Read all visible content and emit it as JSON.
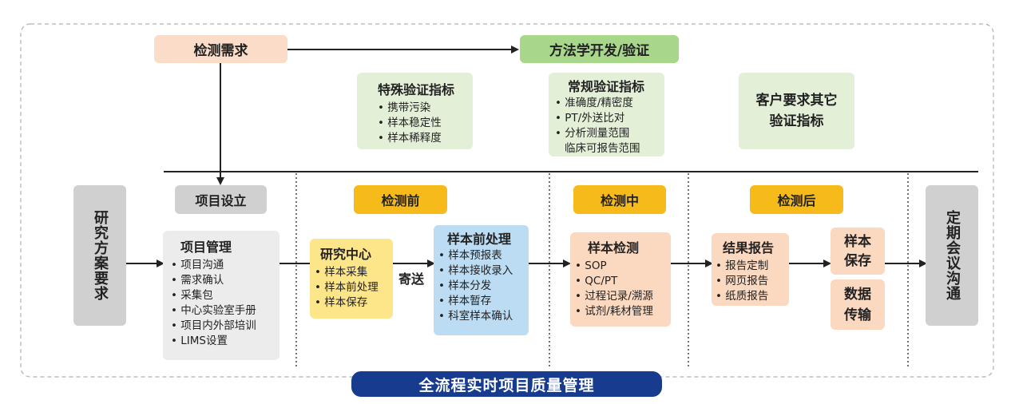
{
  "detect_demand": "检测需求",
  "method_dev": "方法学开发/验证",
  "special": {
    "title": "特殊验证指标",
    "items": [
      "携带污染",
      "样本稳定性",
      "样本稀释度"
    ]
  },
  "routine": {
    "title": "常规验证指标",
    "items": [
      "准确度/精密度",
      "PT/外送比对",
      "分析测量范围",
      "临床可报告范围"
    ]
  },
  "customer": {
    "line1": "客户要求其它",
    "line2": "验证指标"
  },
  "research_plan": "研究方案要求",
  "project_setup": "项目设立",
  "project_mgmt": {
    "title": "项目管理",
    "items": [
      "项目沟通",
      "需求确认",
      "采集包",
      "中心实验室手册",
      "项目内外部培训",
      "LIMS设置"
    ]
  },
  "pre": "检测前",
  "during": "检测中",
  "post": "检测后",
  "research_center": {
    "title": "研究中心",
    "items": [
      "样本采集",
      "样本前处理",
      "样本保存"
    ]
  },
  "send": "寄送",
  "sample_pre": {
    "title": "样本前处理",
    "items": [
      "样本预报表",
      "样本接收录入",
      "样本分发",
      "样本暂存",
      "科室样本确认"
    ]
  },
  "sample_test": {
    "title": "样本检测",
    "items": [
      "SOP",
      "QC/PT",
      "过程记录/溯源",
      "试剂/耗材管理"
    ]
  },
  "result_report": {
    "title": "结果报告",
    "items": [
      "报告定制",
      "网页报告",
      "纸质报告"
    ]
  },
  "sample_save": {
    "line1": "样本",
    "line2": "保存"
  },
  "data_transfer": {
    "line1": "数据",
    "line2": "传输"
  },
  "regular_meeting": "定期会议沟通",
  "banner": "全流程实时项目质量管理"
}
